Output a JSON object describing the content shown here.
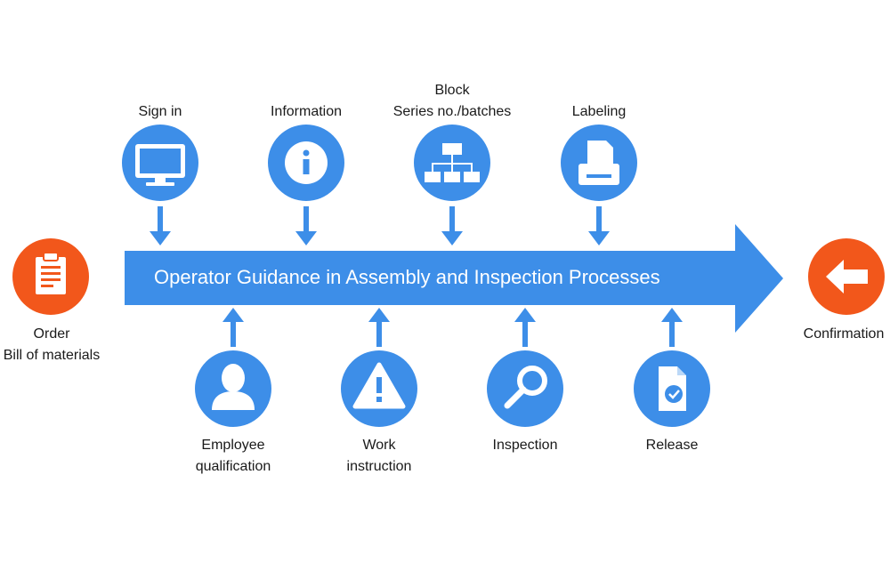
{
  "colors": {
    "blue": "#3d8ee8",
    "orange": "#f2571b",
    "text": "#1a1a1a"
  },
  "banner": {
    "title": "Operator Guidance in Assembly and Inspection Processes"
  },
  "start": {
    "icon": "clipboard-icon",
    "label_lines": [
      "Order",
      "Bill of materials"
    ]
  },
  "end": {
    "icon": "arrow-left-icon",
    "label_lines": [
      "Confirmation"
    ]
  },
  "top_steps": [
    {
      "icon": "monitor-icon",
      "label_lines": [
        "Sign in"
      ]
    },
    {
      "icon": "info-icon",
      "label_lines": [
        "Information"
      ]
    },
    {
      "icon": "hierarchy-icon",
      "label_lines": [
        "Block",
        "Series no./batches"
      ]
    },
    {
      "icon": "printer-icon",
      "label_lines": [
        "Labeling"
      ]
    }
  ],
  "bottom_steps": [
    {
      "icon": "person-icon",
      "label_lines": [
        "Employee",
        "qualification"
      ]
    },
    {
      "icon": "warning-icon",
      "label_lines": [
        "Work",
        "instruction"
      ]
    },
    {
      "icon": "magnifier-icon",
      "label_lines": [
        "Inspection"
      ]
    },
    {
      "icon": "document-check-icon",
      "label_lines": [
        "Release"
      ]
    }
  ]
}
